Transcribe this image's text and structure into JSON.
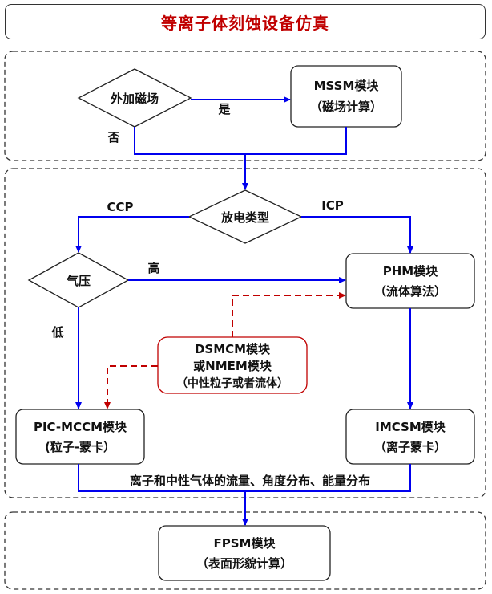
{
  "title": "等离子体刻蚀设备仿真",
  "nodes": {
    "magnetic_field": "外加磁场",
    "mssm_line1": "MSSM模块",
    "mssm_line2": "（磁场计算）",
    "discharge_type": "放电类型",
    "pressure": "气压",
    "phm_line1": "PHM模块",
    "phm_line2": "（流体算法）",
    "dsmcm_line1": "DSMCM模块",
    "dsmcm_line2": "或NMEM模块",
    "dsmcm_line3": "（中性粒子或者流体）",
    "pic_line1": "PIC-MCCM模块",
    "pic_line2": "(粒子-蒙卡）",
    "imcsm_line1": "IMCSM模块",
    "imcsm_line2": "（离子蒙卡）",
    "fpsm_line1": "FPSM模块",
    "fpsm_line2": "（表面形貌计算）"
  },
  "edge_labels": {
    "yes": "是",
    "no": "否",
    "ccp": "CCP",
    "icp": "ICP",
    "high": "高",
    "low": "低",
    "flux": "离子和中性气体的流量、角度分布、能量分布"
  },
  "colors": {
    "title": "#c00000",
    "flow_arrow": "#0000ee",
    "dashed_arrow": "#c00000",
    "box_border": "#333333",
    "dsmcm_border": "#c00000"
  }
}
